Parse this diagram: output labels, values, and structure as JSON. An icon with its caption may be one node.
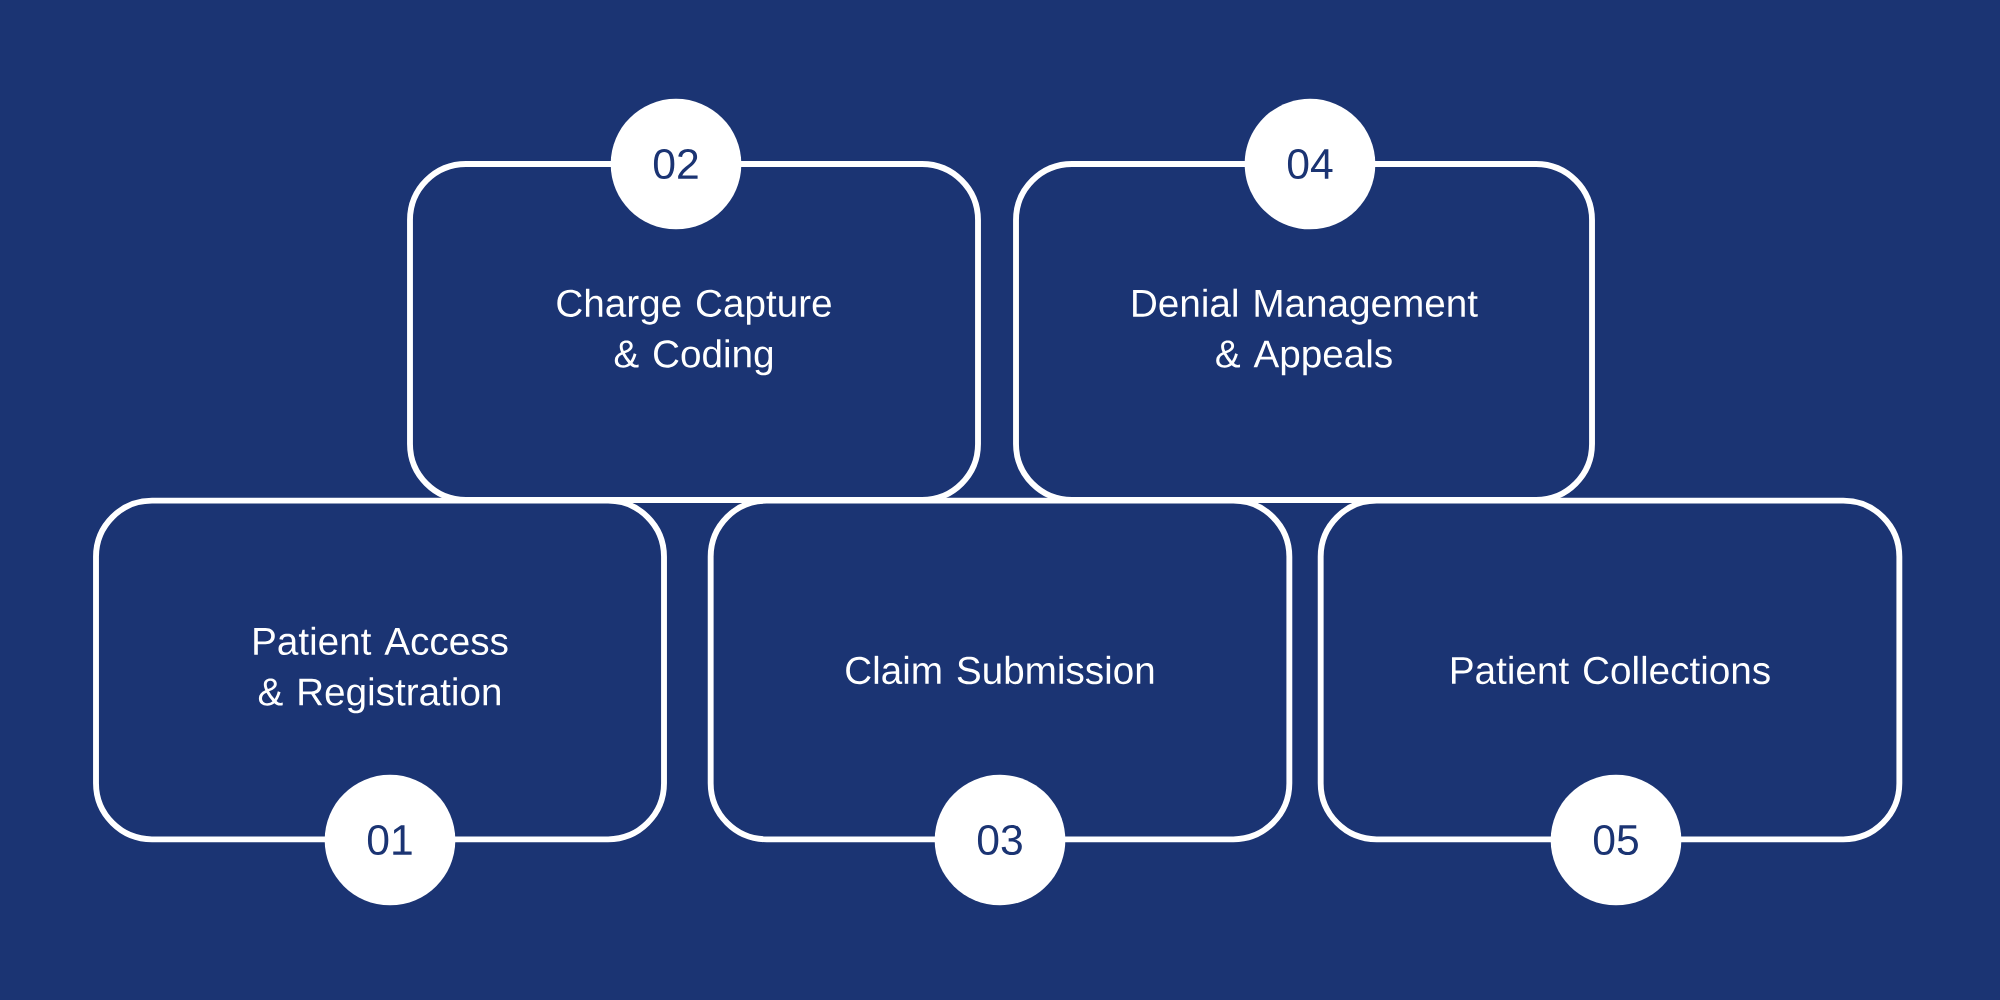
{
  "diagram": {
    "nodes": [
      {
        "text": [
          "Patient Access & Registration"
        ]
      },
      {
        "text": [
          "01"
        ]
      },
      {
        "text": [
          "Charge Capture & Coding"
        ]
      },
      {
        "text": [
          "02"
        ]
      },
      {
        "text": [
          "Claim Submission"
        ]
      },
      {
        "text": [
          "03"
        ]
      },
      {
        "text": [
          "Denial Management & Appeals"
        ]
      },
      {
        "text": [
          "04"
        ]
      },
      {
        "text": [
          "Patient Collections"
        ]
      },
      {
        "text": [
          "05"
        ]
      }
    ]
  }
}
